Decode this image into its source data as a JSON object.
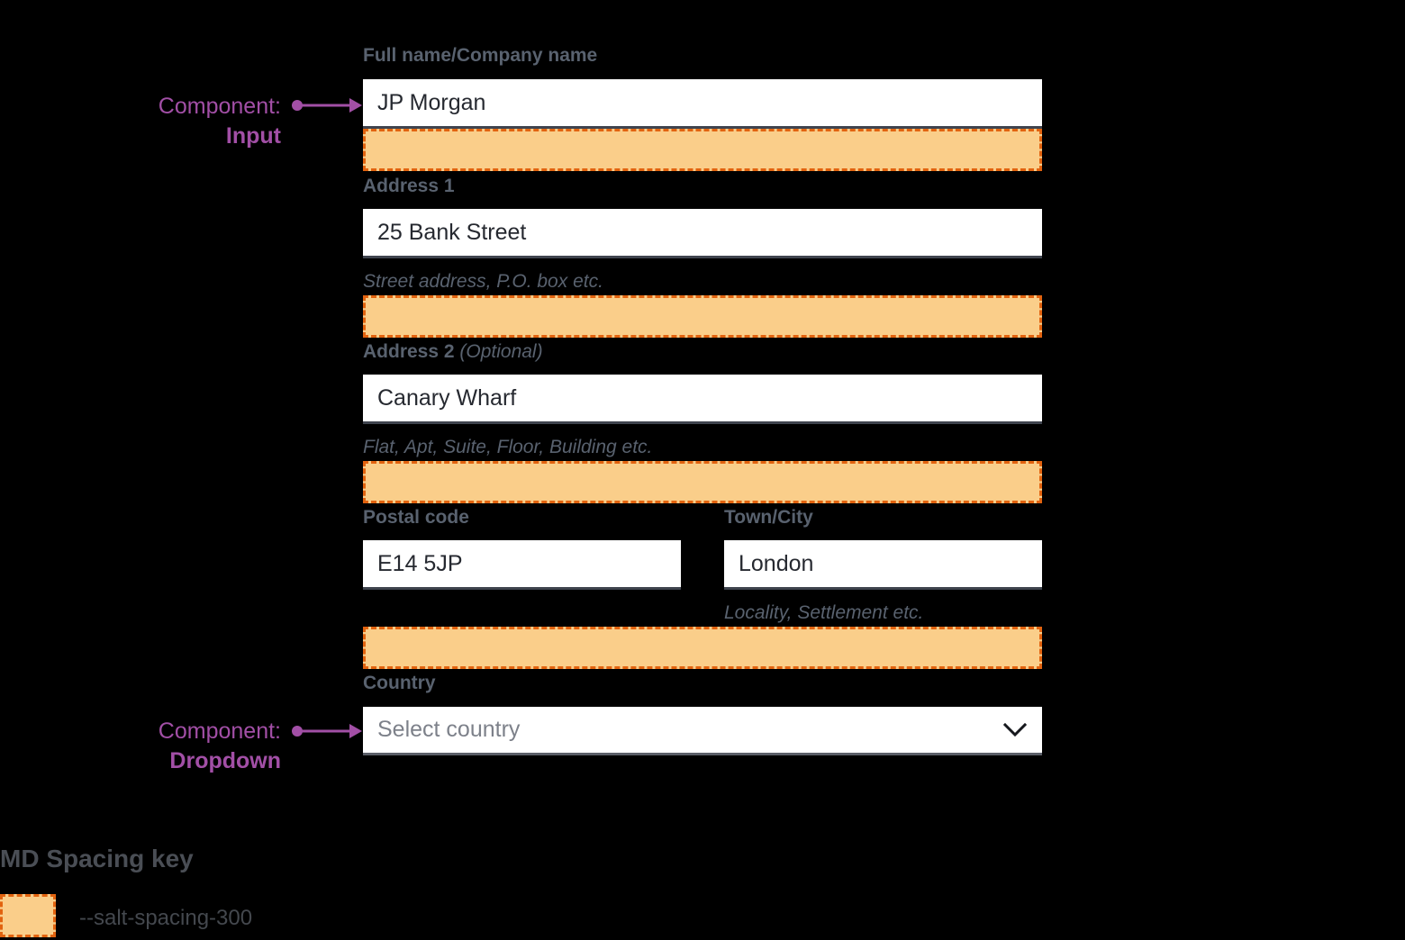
{
  "form": {
    "full_name": {
      "label": "Full name/Company name",
      "value": "JP Morgan"
    },
    "address1": {
      "label": "Address 1",
      "value": "25 Bank Street",
      "helper": "Street address, P.O. box etc."
    },
    "address2": {
      "label": "Address 2",
      "optional_suffix": "(Optional)",
      "value": "Canary Wharf",
      "helper": "Flat, Apt, Suite, Floor, Building etc."
    },
    "postal_code": {
      "label": "Postal code",
      "value": "E14 5JP"
    },
    "town_city": {
      "label": "Town/City",
      "value": "London",
      "helper": "Locality, Settlement etc."
    },
    "country": {
      "label": "Country",
      "placeholder": "Select country"
    }
  },
  "annotations": {
    "input": {
      "prefix": "Component:",
      "component": "Input"
    },
    "dropdown": {
      "prefix": "Component:",
      "component": "Dropdown"
    }
  },
  "spacing_key": {
    "heading": "MD Spacing key",
    "token": "--salt-spacing-300"
  },
  "icons": {
    "dropdown_chevron": "chevron-down"
  },
  "colors": {
    "background": "#000000",
    "spacing_fill": "#FACE8A",
    "spacing_border": "#E2630F",
    "annotation_purple": "#A24FA6",
    "label_gray": "#59626F",
    "input_text": "#262930",
    "placeholder_gray": "#7D818A"
  }
}
